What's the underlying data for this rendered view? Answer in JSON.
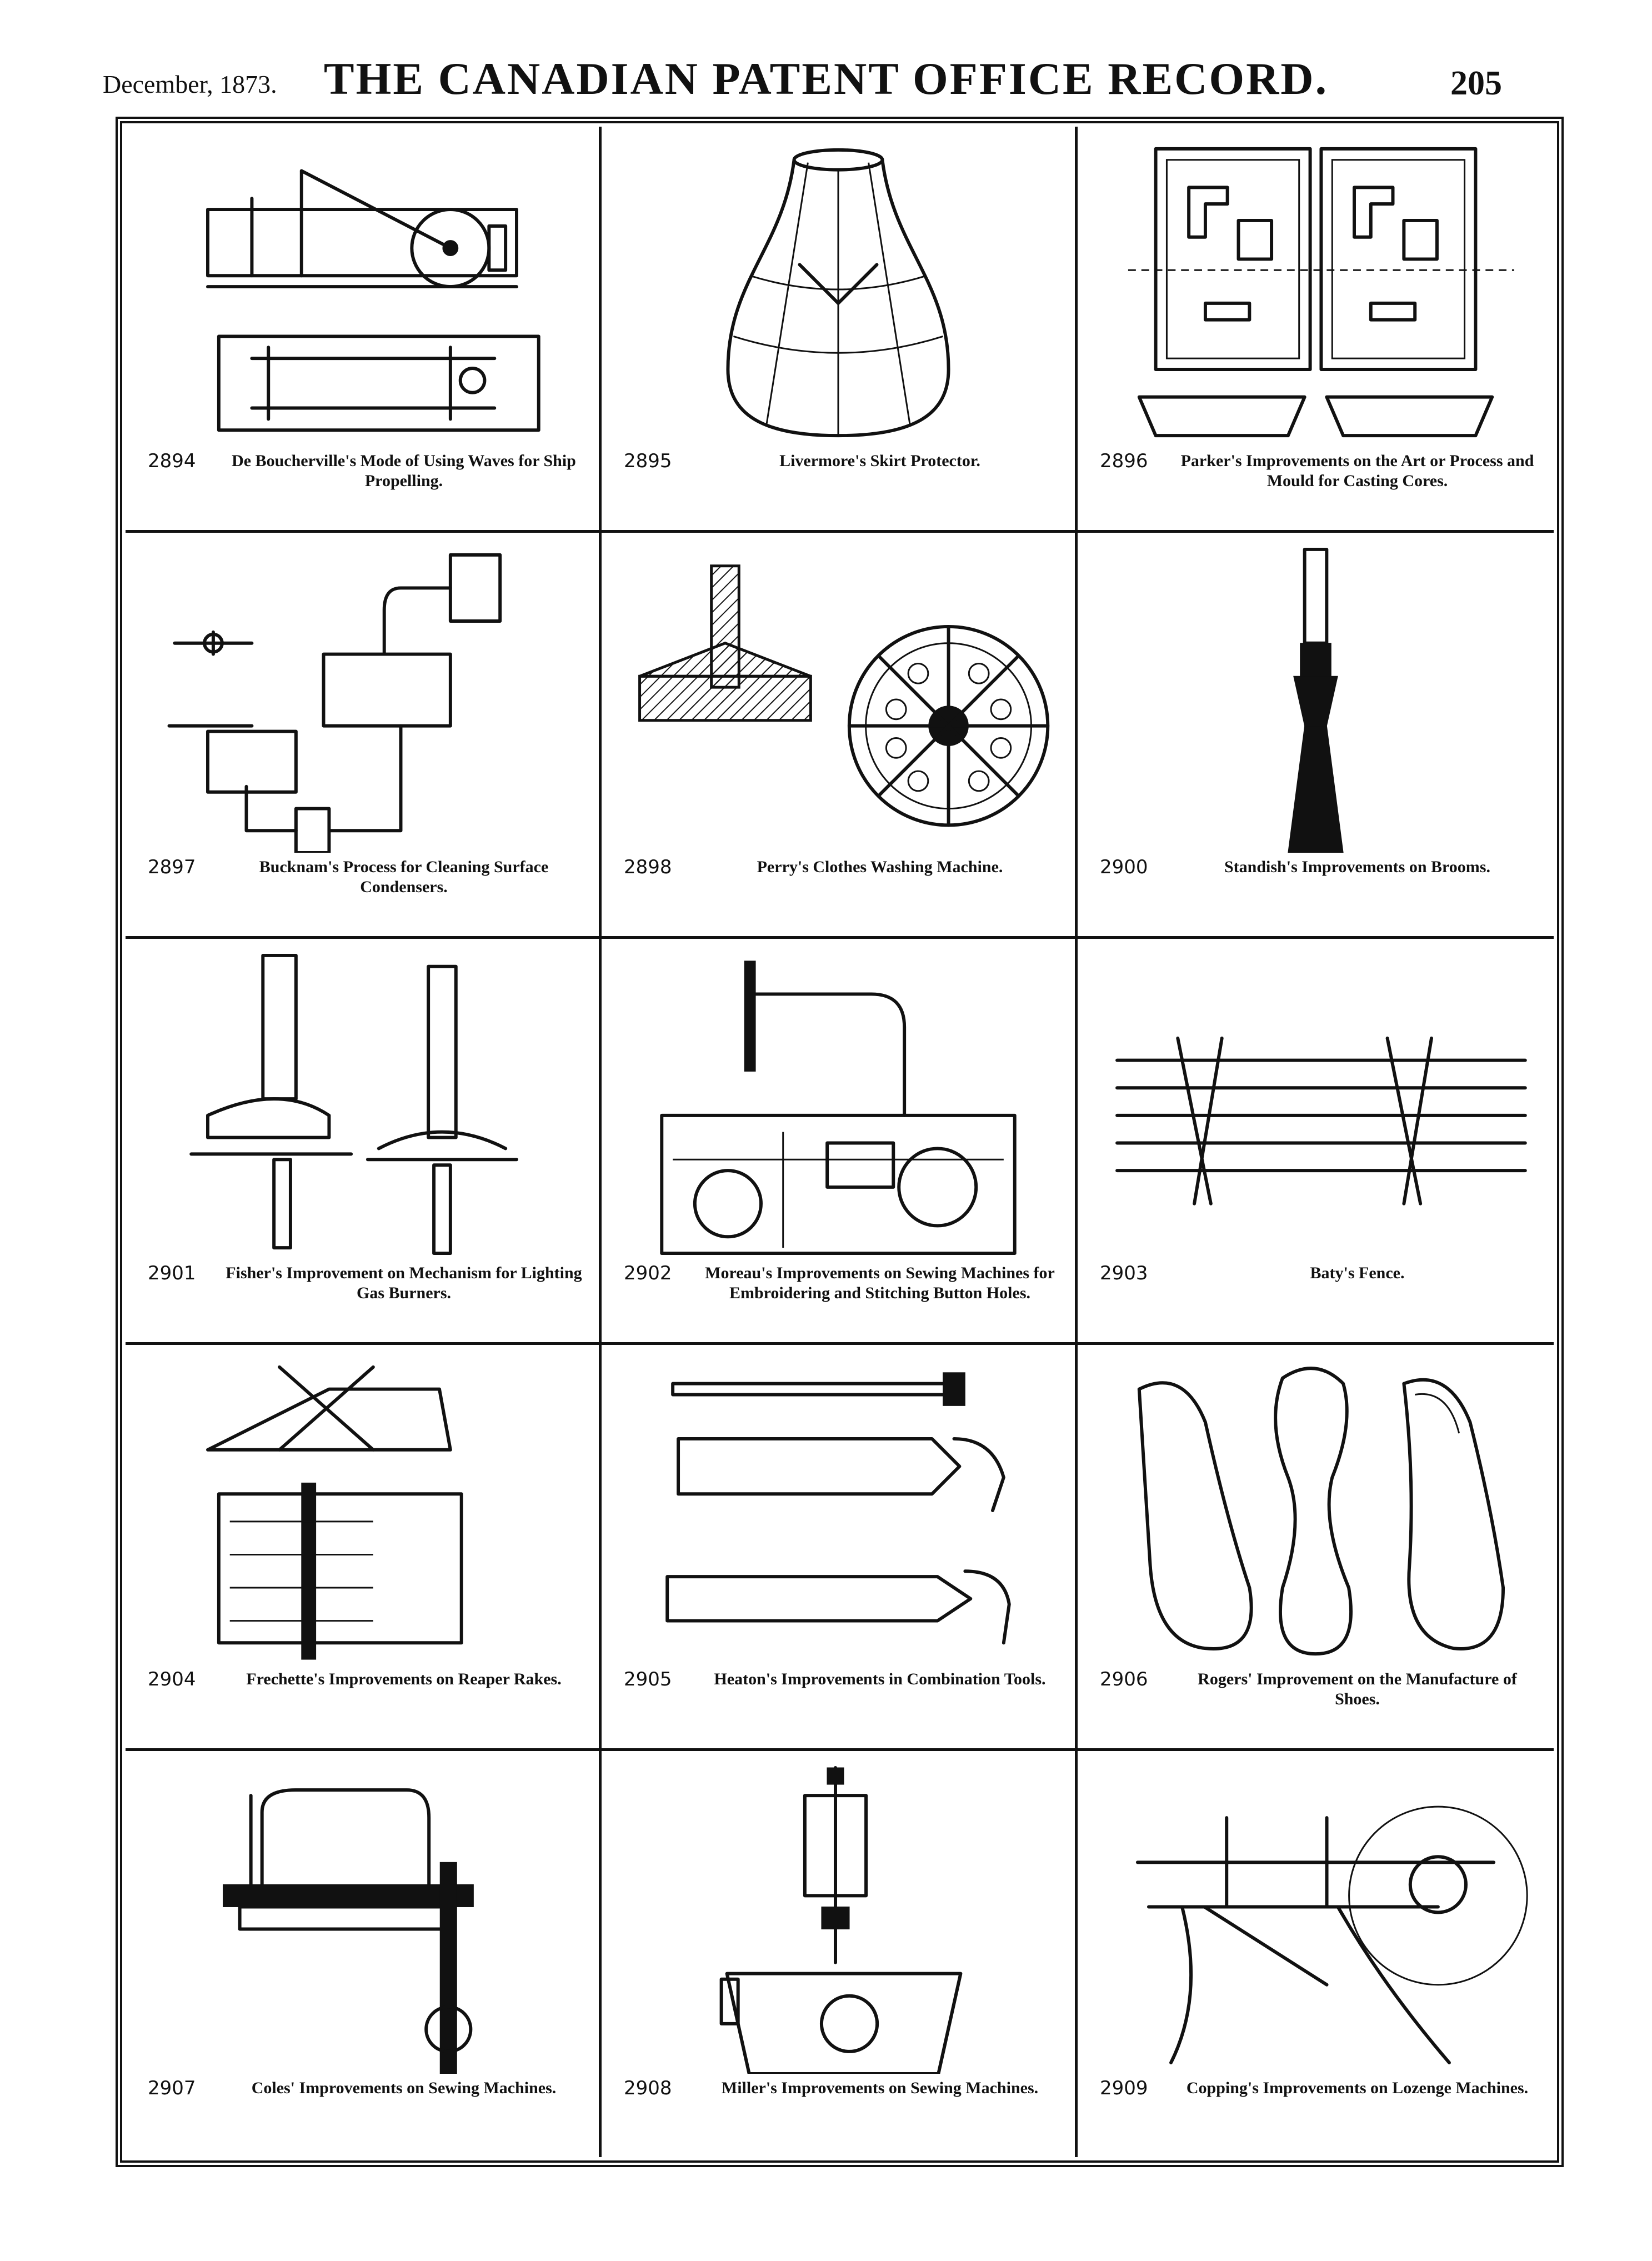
{
  "header": {
    "date": "December, 1873.",
    "title": "THE CANADIAN PATENT OFFICE RECORD.",
    "page_number": "205"
  },
  "plates": [
    {
      "number": "2894",
      "caption": "De Boucherville's Mode of Using Waves for Ship Propelling."
    },
    {
      "number": "2895",
      "caption": "Livermore's Skirt Protector."
    },
    {
      "number": "2896",
      "caption": "Parker's Improvements on the Art or Process and Mould for Casting Cores."
    },
    {
      "number": "2897",
      "caption": "Bucknam's Process for Cleaning Surface Condensers."
    },
    {
      "number": "2898",
      "caption": "Perry's Clothes Washing Machine."
    },
    {
      "number": "2900",
      "caption": "Standish's Improvements on Brooms."
    },
    {
      "number": "2901",
      "caption": "Fisher's Improvement on Mechanism for Lighting Gas Burners."
    },
    {
      "number": "2902",
      "caption": "Moreau's Improvements on Sewing Machines for Embroidering and Stitching Button Holes."
    },
    {
      "number": "2903",
      "caption": "Baty's Fence."
    },
    {
      "number": "2904",
      "caption": "Frechette's Improvements on Reaper Rakes."
    },
    {
      "number": "2905",
      "caption": "Heaton's Improvements in Combination Tools."
    },
    {
      "number": "2906",
      "caption": "Rogers' Improvement on the Manufacture of Shoes."
    },
    {
      "number": "2907",
      "caption": "Coles' Improvements on Sewing Machines."
    },
    {
      "number": "2908",
      "caption": "Miller's Improvements on Sewing Machines."
    },
    {
      "number": "2909",
      "caption": "Copping's Improvements on Lozenge Machines."
    }
  ]
}
